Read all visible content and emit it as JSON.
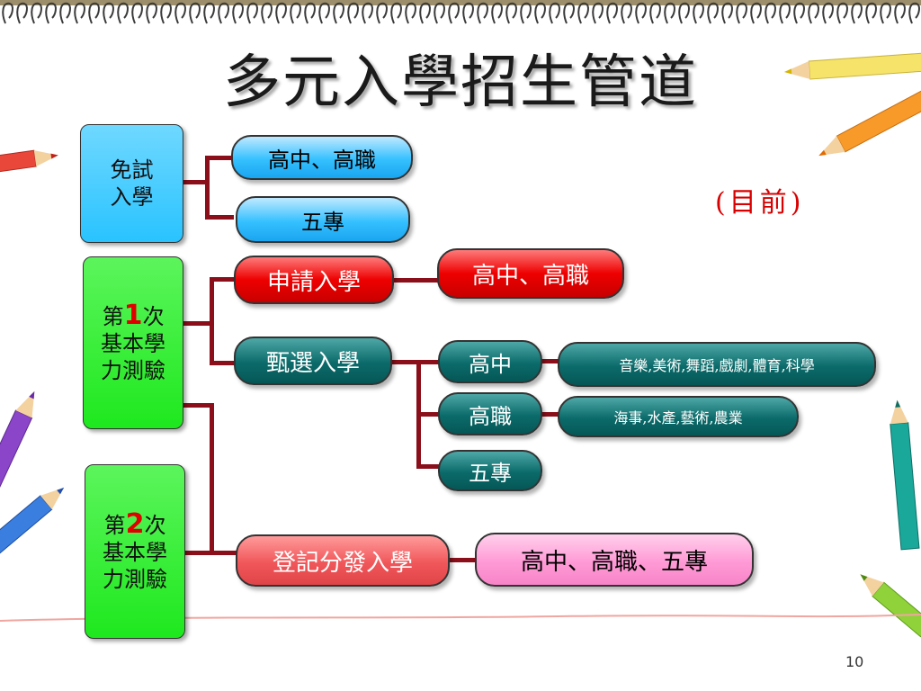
{
  "title": "多元入學招生管道",
  "note": "(目前)",
  "page_number": "10",
  "left_boxes": {
    "exempt": {
      "line1": "免試",
      "line2": "入學"
    },
    "first": {
      "pre": "第",
      "num": "1",
      "post": "次",
      "line2": "基本學",
      "line3": "力測驗"
    },
    "second": {
      "pre": "第",
      "num": "2",
      "post": "次",
      "line2": "基本學",
      "line3": "力測驗"
    }
  },
  "exempt_targets": [
    "高中、高職",
    "五專"
  ],
  "apply": {
    "label": "申請入學",
    "target": "高中、高職"
  },
  "select": {
    "label": "甄選入學",
    "targets": [
      {
        "label": "高中",
        "detail": "音樂,美術,舞蹈,戲劇,體育,科學"
      },
      {
        "label": "高職",
        "detail": "海事,水產,藝術,農業"
      },
      {
        "label": "五專"
      }
    ]
  },
  "register": {
    "label": "登記分發入學",
    "target": "高中、高職、五專"
  },
  "colors": {
    "box_exempt": "#29c3ff",
    "box_test": "#1ee81e",
    "connector": "#8a0f1a",
    "note": "#d80000"
  }
}
